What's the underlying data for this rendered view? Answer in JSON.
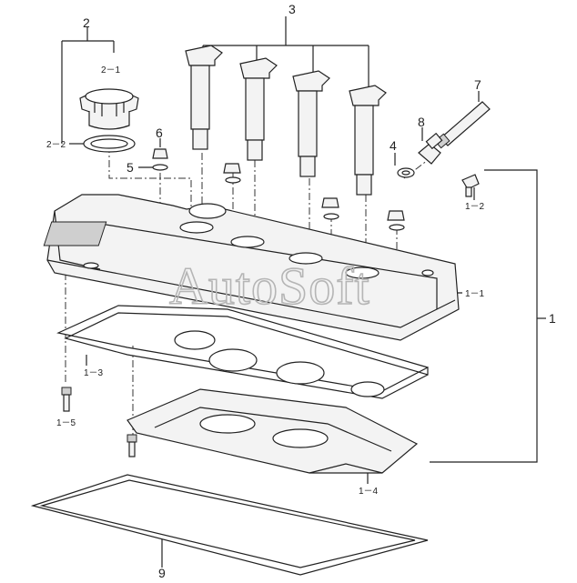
{
  "watermark": "AutoSoft",
  "callouts": {
    "c1": "1",
    "c1_1": "1－1",
    "c1_2": "1－2",
    "c1_3": "1－3",
    "c1_4": "1－4",
    "c1_5": "1－5",
    "c2": "2",
    "c2_1": "2－1",
    "c2_2": "2－2",
    "c3": "3",
    "c4": "4",
    "c5": "5",
    "c6": "6",
    "c7": "7",
    "c8": "8",
    "c9": "9"
  }
}
